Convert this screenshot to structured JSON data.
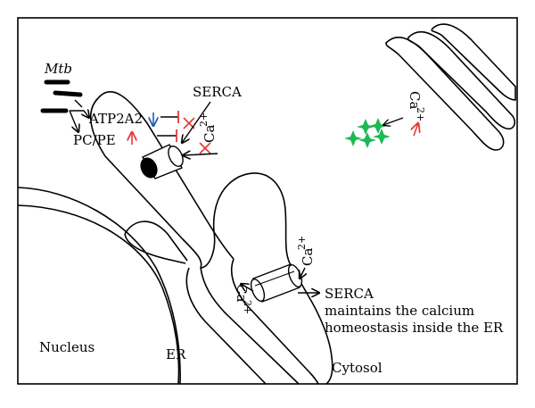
{
  "labels": {
    "mtb": "Mtb",
    "atp2a2": "ATP2A2",
    "pcpe": "PC/PE",
    "serca_top": "SERCA",
    "ca_top": "Ca",
    "ca_top_sup": "2+",
    "ca_cytosol": "Ca",
    "ca_cytosol_sup": "2+",
    "ca_lower_right": "Ca",
    "ca_lower_right_sup": "2+",
    "ca_lower_left": "Ca",
    "ca_lower_left_sup": "2+",
    "serca_bottom": "SERCA",
    "serca_caption_line1": "maintains the calcium",
    "serca_caption_line2": "homeostasis inside the ER",
    "nucleus": "Nucleus",
    "er": "ER",
    "cytosol": "Cytosol"
  },
  "indicators": {
    "atp2a2": "decrease",
    "pcpe": "increase",
    "cytosolic_calcium": "increase"
  },
  "colors": {
    "line": "#000000",
    "inhibit": "#e53935",
    "decrease_arrow": "#1f5fb4",
    "increase_arrow": "#e53935",
    "calcium_spark": "#1db954"
  }
}
